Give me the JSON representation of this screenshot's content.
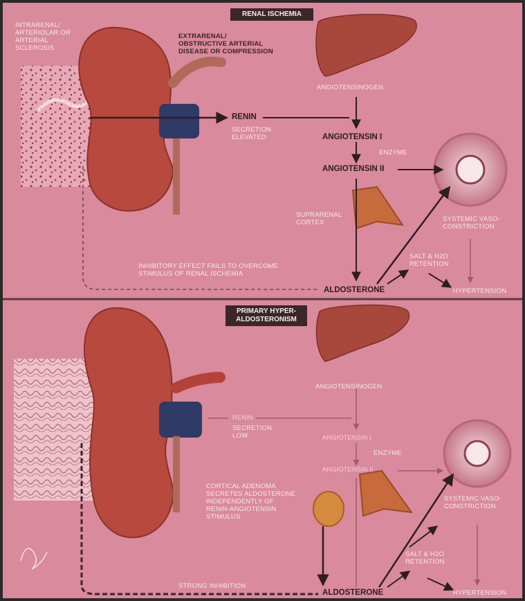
{
  "top_panel": {
    "title": "RENAL ISCHEMIA",
    "intrarenal_cause": "INTRARENAL/\nARTERIOLAR OR\nARTERIAL\nSCLEROSIS",
    "extrarenal_cause": "EXTRARENAL/\nOBSTRUCTIVE ARTERIAL\nDISEASE OR COMPRESSION",
    "angiotensinogen": "ANGIOTENSINOGEN",
    "renin": "RENIN",
    "renin_status": "SECRETION\nELEVATED",
    "angiotensin_1": "ANGIOTENSIN I",
    "enzyme": "ENZYME",
    "angiotensin_2": "ANGIOTENSIN II",
    "suprarenal_cortex": "SUPRARENAL\nCORTEX",
    "systemic_vasoconstriction": "SYSTEMIC VASO-\nCONSTRICTION",
    "salt_retention": "SALT & H2O\nRETENTION",
    "inhibitory_note": "INHIBITORY EFFECT FAILS TO OVERCOME\nSTIMULUS OF RENAL ISCHEMIA",
    "aldosterone": "ALDOSTERONE",
    "hypertension": "HYPERTENSION"
  },
  "bottom_panel": {
    "title": "PRIMARY HYPER-\nALDOSTERONISM",
    "angiotensinogen": "ANGIOTENSINOGEN",
    "renin": "RENIN",
    "renin_status": "SECRETION\nLOW",
    "angiotensin_1": "ANGIOTENSIN I",
    "enzyme": "ENZYME",
    "angiotensin_2": "ANGIOTENSIN II",
    "cortical_adenoma": "CORTICAL ADENOMA\nSECRETES ALDOSTERONE\nINDEPENDENTLY OF\nRENIN-ANGIOTENSIN\nSTIMULUS",
    "systemic_vasoconstriction": "SYSTEMIC VASO-\nCONSTRICTION",
    "salt_retention": "SALT & H2O\nRETENTION",
    "strong_inhibition": "STRONG INHIBITION",
    "aldosterone": "ALDOSTERONE",
    "hypertension": "HYPERTENSION"
  },
  "colors": {
    "background": "#d98a9c",
    "kidney": "#b8493f",
    "liver": "#a8473c",
    "vessel": "#2f3a66",
    "badge": "#3b2629"
  }
}
